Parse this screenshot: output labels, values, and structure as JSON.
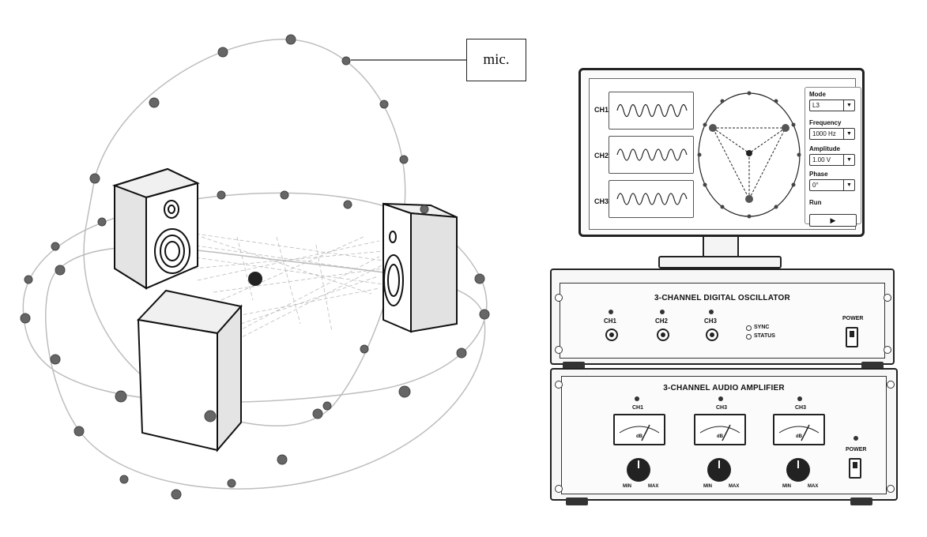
{
  "callout": {
    "label": "mic."
  },
  "oscillator_screen": {
    "channels": [
      "CH1",
      "CH2",
      "CH3"
    ],
    "mode_label": "Mode",
    "mode_value": "L3",
    "frequency_label": "Frequency",
    "frequency_value": "1000 Hz",
    "amplitude_label": "Amplitude",
    "amplitude_value": "1.00 V",
    "phase_label": "Phase",
    "phase_value": "0°",
    "run_label": "Run",
    "run_icon": "play-icon"
  },
  "oscillator": {
    "title": "3-CHANNEL DIGITAL OSCILLATOR",
    "channels": [
      "CH1",
      "CH2",
      "CH3"
    ],
    "sync_label": "SYNC",
    "status_label": "STATUS",
    "power_label": "POWER"
  },
  "amplifier": {
    "title": "3-CHANNEL AUDIO AMPLIFIER",
    "channels": [
      "CH1",
      "CH3",
      "CH3"
    ],
    "meter_unit": "dB",
    "knob_min": "MIN",
    "knob_max": "MAX",
    "power_label": "POWER"
  }
}
